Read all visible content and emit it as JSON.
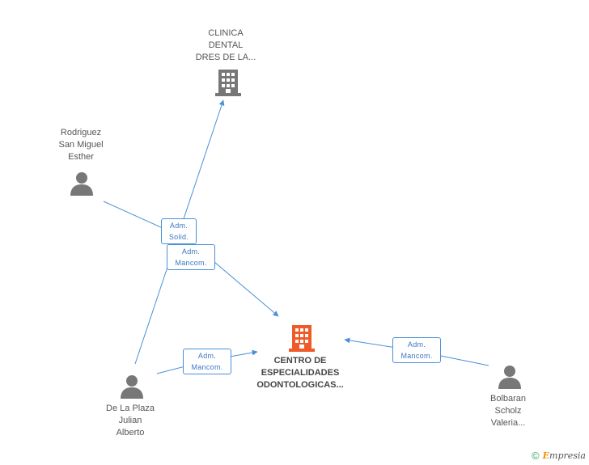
{
  "nodes": {
    "clinica": {
      "lines": [
        "CLINICA",
        "DENTAL",
        "DRES DE LA..."
      ],
      "kind": "company-gray"
    },
    "rodriguez": {
      "lines": [
        "Rodriguez",
        "San Miguel",
        "Esther"
      ],
      "kind": "person"
    },
    "centro": {
      "lines": [
        "CENTRO DE",
        "ESPECIALIDADES",
        "ODONTOLOGICAS..."
      ],
      "kind": "company-main"
    },
    "delaplaza": {
      "lines": [
        "De La Plaza",
        "Julian",
        "Alberto"
      ],
      "kind": "person"
    },
    "bolbaran": {
      "lines": [
        "Bolbaran",
        "Scholz",
        "Valeria..."
      ],
      "kind": "person"
    }
  },
  "edges": [
    {
      "id": "e1",
      "label": [
        "Adm.",
        "Solid."
      ]
    },
    {
      "id": "e2",
      "label": [
        "Adm.",
        "Mancom."
      ]
    },
    {
      "id": "e3",
      "label": [
        "Adm.",
        "Mancom."
      ]
    },
    {
      "id": "e4",
      "label": [
        "Adm.",
        "Mancom."
      ]
    }
  ],
  "colors": {
    "edge": "#4a90d9",
    "person": "#777777",
    "company_gray": "#777777",
    "company_main": "#f05a28"
  },
  "footer": {
    "copyright": "©",
    "brand_initial": "E",
    "brand_rest": "mpresia"
  }
}
